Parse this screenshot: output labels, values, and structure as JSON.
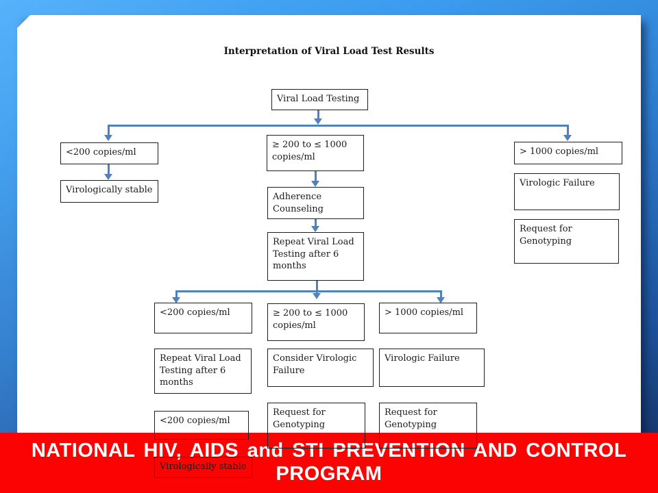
{
  "slide": {
    "title": "Interpretation of Viral Load Test Results",
    "banner": {
      "line1": "NATIONAL HIV, AIDS and STI PREVENTION AND CONTROL",
      "line2": "PROGRAM",
      "bg_color": "#fb0303",
      "text_color": "#ffffff"
    },
    "colors": {
      "connector": "#4f81bd",
      "box_border": "#1c1c1c",
      "box_text": "#1a1a1a",
      "panel_bg": "#ffffff",
      "background_top": "#4cadfa",
      "background_bottom": "#132c58"
    }
  },
  "flowchart": {
    "nodes": [
      {
        "id": "viral-load-testing",
        "label": "Viral Load Testing"
      },
      {
        "id": "lt200-first",
        "label": "<200 copies/ml"
      },
      {
        "id": "virologically-stable-first",
        "label": "Virologically stable"
      },
      {
        "id": "mid-200-1000-first",
        "label": "≥ 200 to ≤ 1000 copies/ml"
      },
      {
        "id": "adherence-counseling",
        "label": "Adherence Counseling"
      },
      {
        "id": "repeat-vl-first",
        "label": "Repeat Viral Load Testing after 6 months"
      },
      {
        "id": "gt1000-first",
        "label": "> 1000 copies/ml"
      },
      {
        "id": "virologic-failure-first",
        "label": "Virologic Failure"
      },
      {
        "id": "request-genotyping-first",
        "label": "Request for Genotyping"
      },
      {
        "id": "lt200-second",
        "label": "<200 copies/ml"
      },
      {
        "id": "mid-200-1000-second",
        "label": "≥ 200 to ≤ 1000 copies/ml"
      },
      {
        "id": "gt1000-second",
        "label": "> 1000 copies/ml"
      },
      {
        "id": "repeat-vl-second",
        "label": "Repeat Viral Load Testing after 6 months"
      },
      {
        "id": "consider-virologic-failure",
        "label": "Consider Virologic Failure"
      },
      {
        "id": "virologic-failure-second",
        "label": "Virologic Failure"
      },
      {
        "id": "lt200-third",
        "label": "<200 copies/ml"
      },
      {
        "id": "request-genotyping-mid",
        "label": "Request for Genotyping"
      },
      {
        "id": "request-genotyping-right",
        "label": "Request for Genotyping"
      },
      {
        "id": "virologically-stable-last",
        "label": "Virologically stable"
      }
    ]
  }
}
